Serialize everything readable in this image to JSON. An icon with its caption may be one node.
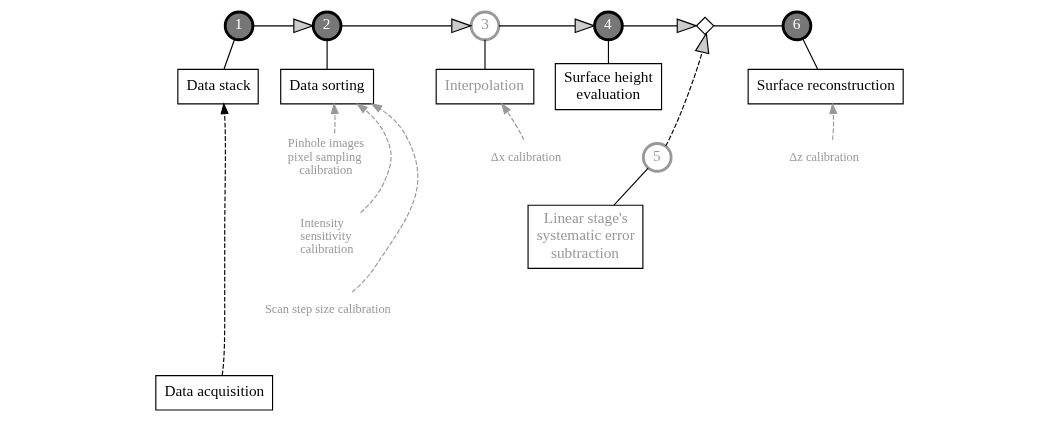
{
  "diagram": {
    "nodes": [
      {
        "text": [
          "1"
        ]
      },
      {
        "text": [
          "2"
        ]
      },
      {
        "text": [
          "3"
        ]
      },
      {
        "text": [
          "4"
        ]
      },
      {
        "text": [],
        "shape": "diamond"
      },
      {
        "text": [
          "6"
        ]
      },
      {
        "text": [
          "Data stack"
        ]
      },
      {
        "text": [
          "Data sorting"
        ]
      },
      {
        "text": [
          "Interpolation"
        ]
      },
      {
        "text": [
          "Surface height evaluation"
        ]
      },
      {
        "text": [
          "Surface reconstruction"
        ]
      },
      {
        "text": [
          "Pinhole images pixel sampling calibration"
        ]
      },
      {
        "text": [
          "Intensity sensitivity calibration"
        ]
      },
      {
        "text": [
          "Scan step size calibration"
        ]
      },
      {
        "text": [
          "Δx calibration"
        ]
      },
      {
        "text": [
          "Δz calibration"
        ]
      },
      {
        "text": [
          "5"
        ]
      },
      {
        "text": [
          "Linear stage's systematic error subtraction"
        ]
      },
      {
        "text": [
          "Data acquisition"
        ]
      }
    ],
    "edges": [
      {
        "from": 0,
        "to": 1,
        "arrow": "to"
      },
      {
        "from": 1,
        "to": 2,
        "arrow": "to"
      },
      {
        "from": 2,
        "to": 3,
        "arrow": "to"
      },
      {
        "from": 3,
        "to": 4,
        "arrow": "to"
      },
      {
        "from": 4,
        "to": 5,
        "arrow": "none"
      },
      {
        "from": 0,
        "to": 6,
        "arrow": "none"
      },
      {
        "from": 1,
        "to": 7,
        "arrow": "none"
      },
      {
        "from": 2,
        "to": 8,
        "arrow": "none"
      },
      {
        "from": 3,
        "to": 9,
        "arrow": "none"
      },
      {
        "from": 5,
        "to": 10,
        "arrow": "none"
      },
      {
        "from": 18,
        "to": 6,
        "arrow": "to",
        "style": "dashed"
      },
      {
        "from": 11,
        "to": 7,
        "arrow": "to",
        "style": "dashed",
        "color": "#999999"
      },
      {
        "from": 12,
        "to": 7,
        "arrow": "to",
        "style": "dashed",
        "color": "#999999"
      },
      {
        "from": 13,
        "to": 7,
        "arrow": "to",
        "style": "dashed",
        "color": "#999999"
      },
      {
        "from": 14,
        "to": 8,
        "arrow": "to",
        "style": "dashed",
        "color": "#999999"
      },
      {
        "from": 15,
        "to": 10,
        "arrow": "to",
        "style": "dashed",
        "color": "#999999"
      },
      {
        "from": 16,
        "to": 4,
        "arrow": "to",
        "style": "dashed"
      },
      {
        "from": 17,
        "to": 16,
        "arrow": "none"
      }
    ]
  }
}
